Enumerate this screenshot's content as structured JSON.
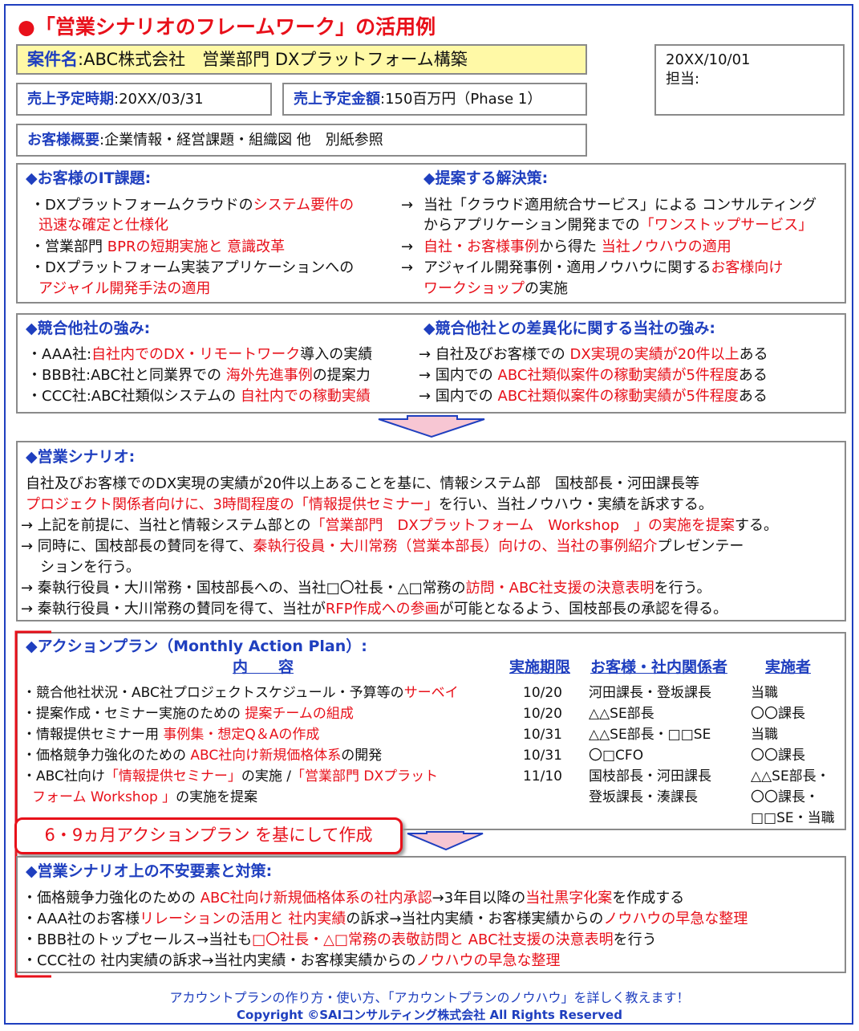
{
  "title": "●「営業シナリオのフレームワーク」の活用例",
  "case": {
    "label": "案件名",
    "value": ":ABC株式会社　営業部門 DXプラットフォーム構築"
  },
  "date_box": {
    "date": "20XX/10/01",
    "owner": "担当:"
  },
  "sales_period": {
    "label": "売上予定時期",
    "value": ":20XX/03/31"
  },
  "sales_amount": {
    "label": "売上予定金額",
    "value": ":150百万円（Phase 1）"
  },
  "overview": {
    "label": "お客様概要",
    "value": ":企業情報・経営課題・組織図 他　別紙参照"
  },
  "it_issues": {
    "heading": "◆お客様のIT課題:",
    "l1a": "・DXプラットフォームクラウドの",
    "l1b": "システム要件の",
    "l2": "迅速な確定と仕様化",
    "l3a": "・営業部門 ",
    "l3b": "BPRの短期実施と 意識改革",
    "l4": "・DXプラットフォーム実装アプリケーションへの",
    "l5": "アジャイル開発手法の適用"
  },
  "solutions": {
    "heading": "◆提案する解決策:",
    "arrow": "→",
    "l1": "当社「クラウド適用統合サービス」による コンサルティング",
    "l2a": "からアプリケーション開発までの",
    "l2b": "「ワンストップサービス」",
    "l3a": "自社・お客様事例",
    "l3b": "から得た ",
    "l3c": "当社ノウハウの適用",
    "l4a": "アジャイル開発事例・適用ノウハウに関する",
    "l4b": "お客様向け",
    "l5a": "ワークショップ",
    "l5b": "の実施"
  },
  "competitors": {
    "heading1": "◆競合他社の強み:",
    "heading2": "◆競合他社との差異化に関する当社の強み:",
    "r1a": "・AAA社:",
    "r1b": "自社内でのDX・リモートワーク",
    "r1c": "導入の実績",
    "r2a": "・BBB社:ABC社と同業界での ",
    "r2b": "海外先進事例",
    "r2c": "の提案力",
    "r3a": "・CCC社:ABC社類似システムの ",
    "r3b": "自社内での稼動実績",
    "s1a": "→ 自社及びお客様での ",
    "s1b": "DX実現の実績が20件以上",
    "s1c": "ある",
    "s2a": "→ 国内での ",
    "s2b": "ABC社類似案件の稼動実績が5件程度",
    "s2c": "ある",
    "s3a": "→ 国内での ",
    "s3b": "ABC社類似案件の稼動実績が5件程度",
    "s3c": "ある"
  },
  "scenario": {
    "heading": "◆営業シナリオ:",
    "l1": "自社及びお客様でのDX実現の実績が20件以上あることを基に、情報システム部　国枝部長・河田課長等",
    "l2a": "プロジェクト関係者向けに、3時間程度の「情報提供セミナー」",
    "l2b": "を行い、当社ノウハウ・実績を訴求する。",
    "l3a": "→ 上記を前提に、当社と情報システム部との",
    "l3b": "「営業部門　DXプラットフォーム　Workshop　」の実施を提案",
    "l3c": "する。",
    "l4a": "→ 同時に、国枝部長の賛同を得て、",
    "l4b": "秦執行役員・大川常務（営業本部長）向けの、当社の事例紹介",
    "l4c": "プレゼンテー",
    "l5": "ションを行う。",
    "l6a": "→ 秦執行役員・大川常務・国枝部長への、当社□〇社長・△□常務の",
    "l6b": "訪問・ABC社支援の決意表明",
    "l6c": "を行う。",
    "l7a": "→ 秦執行役員・大川常務の賛同を得て、当社が",
    "l7b": "RFP作成への参画",
    "l7c": "が可能となるよう、国枝部長の承認を得る。"
  },
  "action_plan": {
    "heading": "◆アクションプラン（Monthly Action Plan）:",
    "cols": {
      "content": "内　　容",
      "deadline": "実施期限",
      "stakeholders": "お客様・社内関係者",
      "owner": "実施者"
    },
    "rows": [
      {
        "a": "・競合他社状況・ABC社プロジェクトスケジュール・予算等の",
        "b": "サーベイ",
        "c": "",
        "deadline": "10/20",
        "who": "河田課長・登坂課長",
        "owner": "当職"
      },
      {
        "a": "・提案作成・セミナー実施のための ",
        "b": "提案チームの組成",
        "c": "",
        "deadline": "10/20",
        "who": "△△SE部長",
        "owner": "〇〇課長"
      },
      {
        "a": "・情報提供セミナー用 ",
        "b": "事例集・想定Q＆Aの作成",
        "c": "",
        "deadline": "10/31",
        "who": "△△SE部長・□□SE",
        "owner": "当職"
      },
      {
        "a": "・価格競争力強化のための ",
        "b": "ABC社向け新規価格体系",
        "c": "の開発",
        "deadline": "10/31",
        "who": "〇□CFO",
        "owner": "〇〇課長"
      },
      {
        "a": "・ABC社向け",
        "b": "「情報提供セミナー」",
        "c": "の実施 /",
        "deadline": "11/10",
        "who": "国枝部長・河田課長",
        "owner": "△△SE部長・"
      }
    ],
    "row5_extra": {
      "b2": "「営業部門 DXプラットフォーム Workshop 」",
      "c2": "の実施を提案",
      "who2": "登坂課長・湊課長",
      "owner2": "〇〇課長・",
      "owner3": "□□SE・当職",
      "b2a": "「営業部門 DXプラット",
      "b2b": "フォーム Workshop 」"
    }
  },
  "callout": "6・9ヵ月アクションプラン を基にして作成",
  "risks": {
    "heading": "◆営業シナリオ上の不安要素と対策:",
    "r1a": "・価格競争力強化のための ",
    "r1b": "ABC社向け新規価格体系の社内承認",
    "r1c": "→3年目以降の",
    "r1d": "当社黒字化案",
    "r1e": "を作成する",
    "r2a": "・AAA社のお客様",
    "r2b": "リレーションの活用と 社内実績",
    "r2c": "の訴求→当社内実績・お客様実績からの",
    "r2d": "ノウハウの早急な整理",
    "r3a": "・BBB社のトップセールス→当社も",
    "r3b": "□〇社長・△□常務の表敬訪問と ABC社支援の決意表明",
    "r3c": "を行う",
    "r4a": "・CCC社の 社内実績の訴求→当社内実績・お客様実績からの",
    "r4b": "ノウハウの早急な整理"
  },
  "footer": {
    "line1": "アカウントプランの作り方・使い方、「アカウントプランのノウハウ」を詳しく教えます！",
    "line2": "Copyright ©SAIコンサルティング株式会社 All Rights Reserved"
  },
  "colors": {
    "accent_red": "#e8101a",
    "accent_blue": "#1f3fbf",
    "highlight_yellow": "#fff9a6",
    "arrow_fill": "#f7c6d3"
  }
}
